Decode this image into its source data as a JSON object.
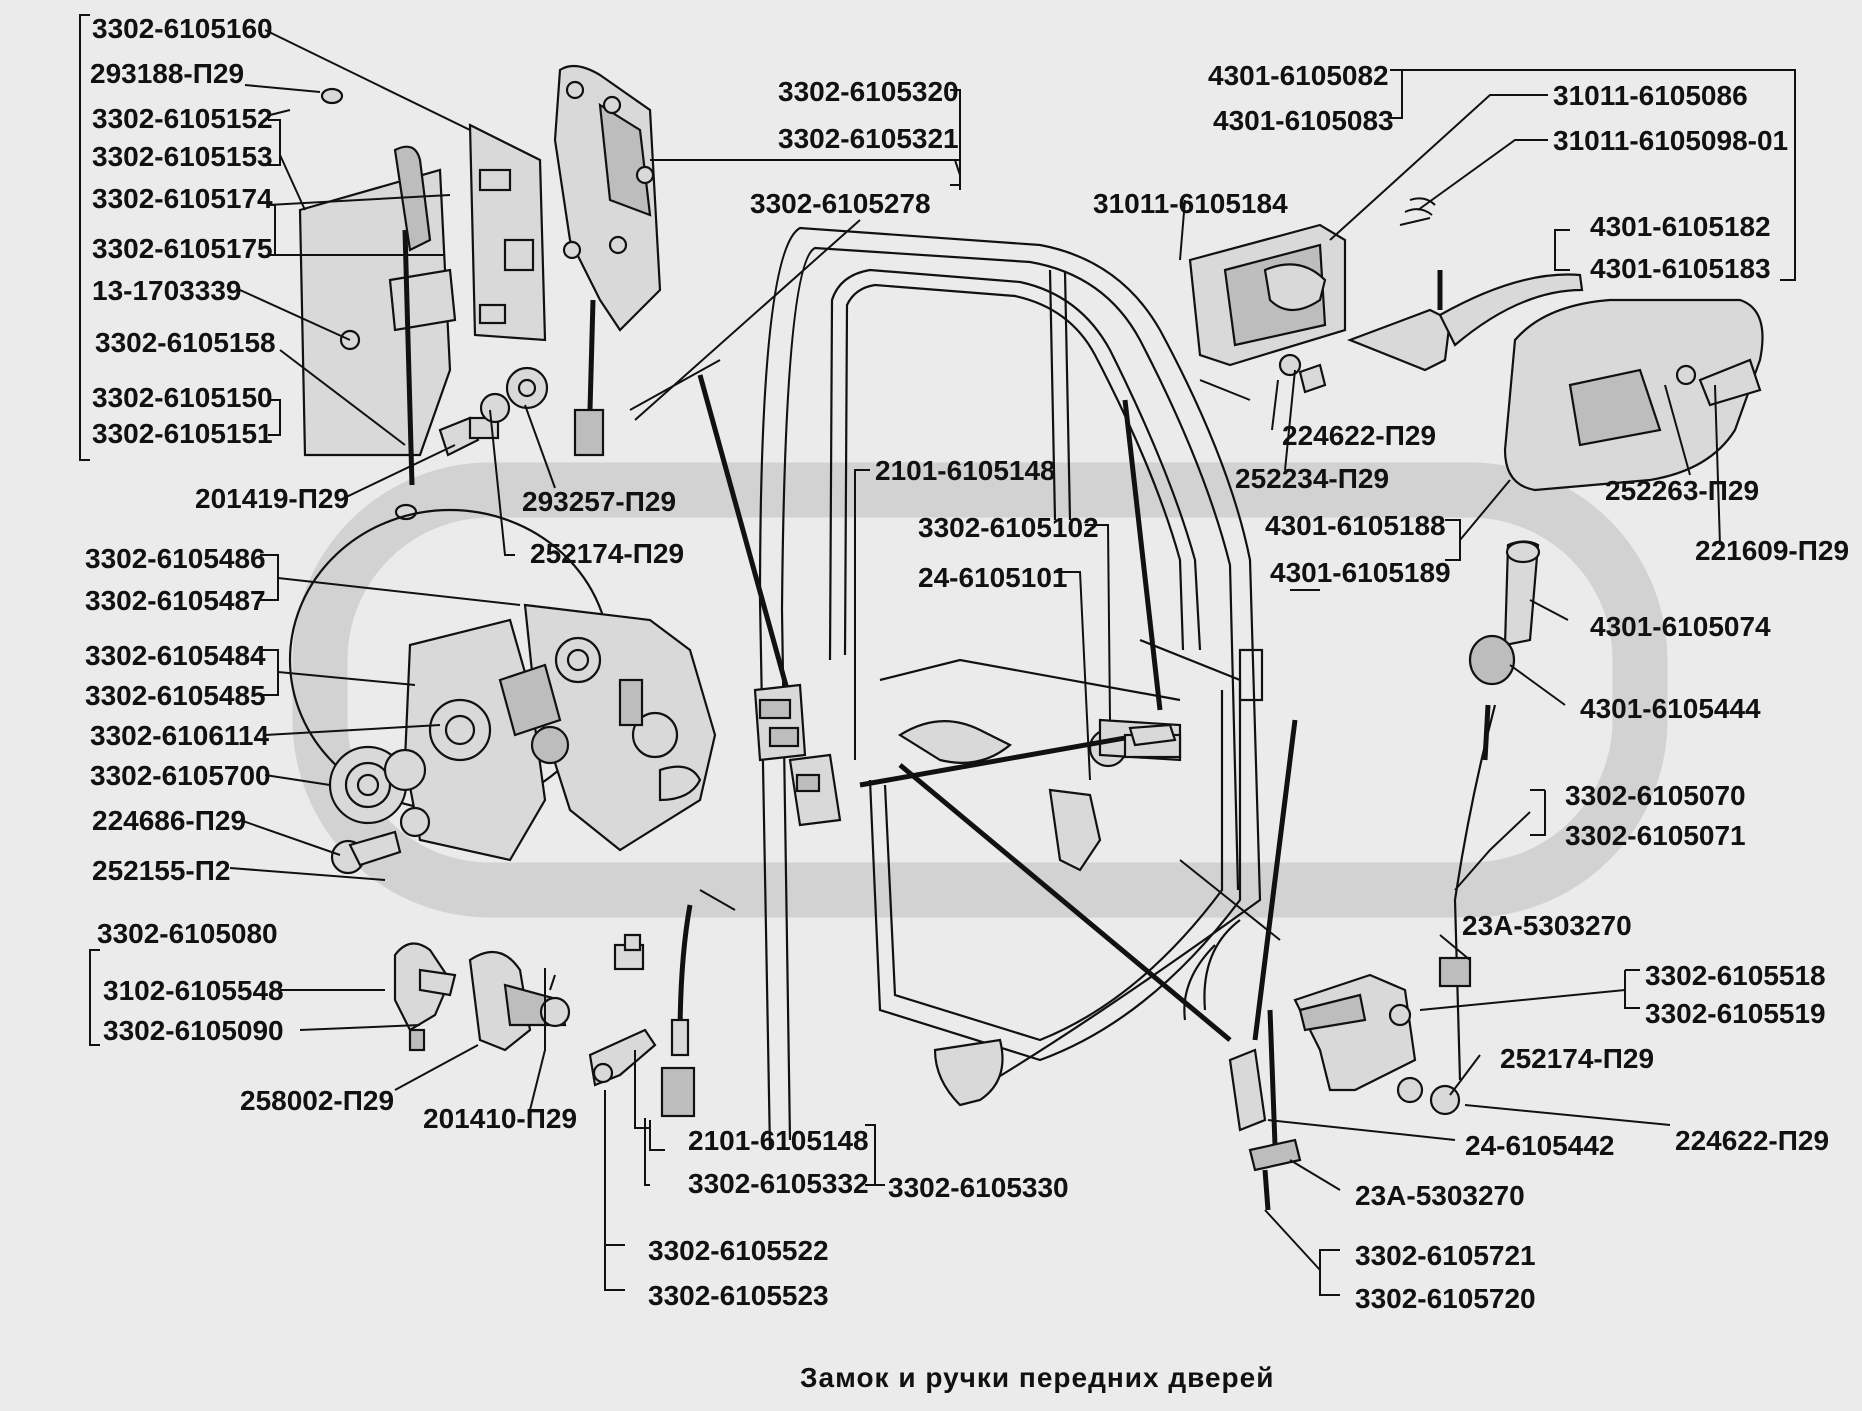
{
  "caption": "Замок и ручки передних дверей",
  "labels": {
    "l01": "3302-6105160",
    "l02": "293188-П29",
    "l03": "3302-6105152",
    "l04": "3302-6105153",
    "l05": "3302-6105174",
    "l06": "3302-6105175",
    "l07": "13-1703339",
    "l08": "3302-6105158",
    "l09": "3302-6105150",
    "l10": "3302-6105151",
    "l11": "201419-П29",
    "l12": "293257-П29",
    "l13": "252174-П29",
    "l14": "3302-6105320",
    "l15": "3302-6105321",
    "l16": "3302-6105278",
    "l17": "3302-6105486",
    "l18": "3302-6105487",
    "l19": "3302-6105484",
    "l20": "3302-6105485",
    "l21": "3302-6106114",
    "l22": "3302-6105700",
    "l23": "224686-П29",
    "l24": "252155-П2",
    "l25": "3302-6105080",
    "l26": "3102-6105548",
    "l27": "3302-6105090",
    "l28": "258002-П29",
    "l29": "201410-П29",
    "l30": "2101-6105148",
    "l31": "3302-6105332",
    "l32": "3302-6105330",
    "l33": "3302-6105522",
    "l34": "3302-6105523",
    "l35": "2101-6105148",
    "l36": "3302-6105102",
    "l37": "24-6105101",
    "l38": "31011-6105184",
    "l39": "4301-6105082",
    "l40": "4301-6105083",
    "l41": "31011-6105086",
    "l42": "31011-6105098-01",
    "l43": "4301-6105182",
    "l44": "4301-6105183",
    "l45": "224622-П29",
    "l46": "252234-П29",
    "l47": "252263-П29",
    "l48": "221609-П29",
    "l49": "4301-6105188",
    "l50": "4301-6105189",
    "l51": "4301-6105074",
    "l52": "4301-6105444",
    "l53": "3302-6105070",
    "l54": "3302-6105071",
    "l55": "23А-5303270",
    "l56": "3302-6105518",
    "l57": "3302-6105519",
    "l58": "252174-П29",
    "l59": "224622-П29",
    "l60": "24-6105442",
    "l61": "23А-5303270",
    "l62": "3302-6105721",
    "l63": "3302-6105720"
  },
  "colors": {
    "background": "#ebebeb",
    "ink": "#111111",
    "part_fill": "#d9d9d9",
    "watermark": "#d2d2d2"
  }
}
